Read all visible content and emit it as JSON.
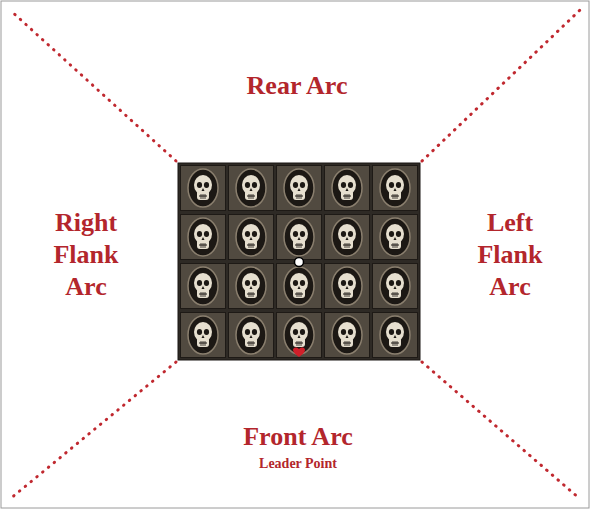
{
  "diagram": {
    "labels": [
      "Rear Arc",
      "Right Flank Arc",
      "Left Flank Arc",
      "Front Arc",
      "Leader Point"
    ]
  }
}
